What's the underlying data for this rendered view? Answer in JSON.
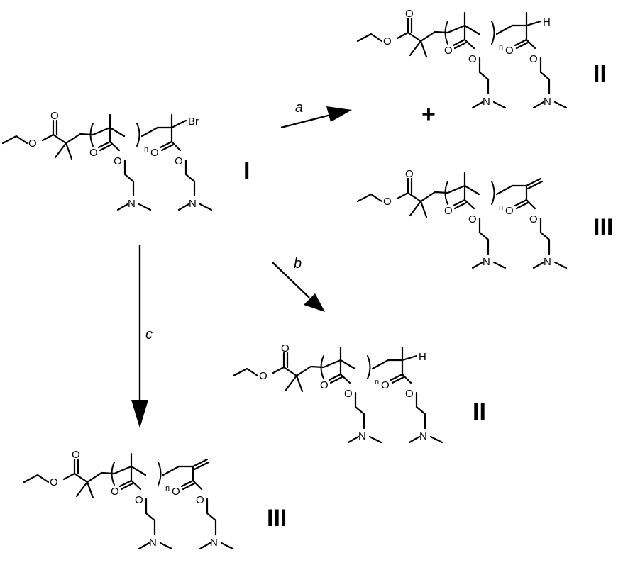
{
  "labels": {
    "compound_1": "I",
    "compound_2": "II",
    "compound_3": "III",
    "plus": "+"
  },
  "conditions": {
    "a": "a",
    "b": "b",
    "c": "c"
  },
  "atoms": {
    "oxygen": "O",
    "nitrogen": "N",
    "bromine": "Br",
    "hydrogen": "H",
    "repeat": "n"
  },
  "structures": [
    {
      "id": "struct-I-reactant",
      "end_group": "bromo",
      "label": "compound_1"
    },
    {
      "id": "struct-II-top",
      "end_group": "hydro",
      "label": "compound_2"
    },
    {
      "id": "struct-III-top",
      "end_group": "vinylidene",
      "label": "compound_3"
    },
    {
      "id": "struct-II-middle",
      "end_group": "hydro",
      "label": "compound_2"
    },
    {
      "id": "struct-III-bottom",
      "end_group": "vinylidene",
      "label": "compound_3"
    }
  ],
  "arrows": [
    {
      "id": "arrow-a",
      "condition": "a",
      "from": "struct-I-reactant",
      "to": [
        "struct-II-top",
        "struct-III-top"
      ]
    },
    {
      "id": "arrow-b",
      "condition": "b",
      "from": "struct-I-reactant",
      "to": [
        "struct-II-middle"
      ]
    },
    {
      "id": "arrow-c",
      "condition": "c",
      "from": "struct-I-reactant",
      "to": [
        "struct-III-bottom"
      ]
    }
  ]
}
